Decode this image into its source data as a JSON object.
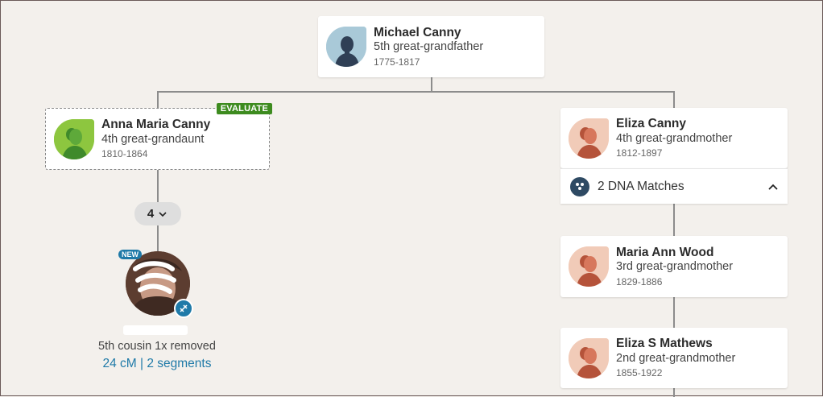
{
  "top": {
    "name": "Michael Canny",
    "relationship": "5th great-grandfather",
    "dates": "1775-1817"
  },
  "left": {
    "name": "Anna Maria Canny",
    "relationship": "4th great-grandaunt",
    "dates": "1810-1864",
    "badge": "EVALUATE",
    "count_label": "4"
  },
  "match": {
    "new_badge": "NEW",
    "relationship": "5th cousin 1x removed",
    "dna_link": "24 cM | 2 segments"
  },
  "right": {
    "name": "Eliza Canny",
    "relationship": "4th great-grandmother",
    "dates": "1812-1897",
    "dna_matches": "2 DNA Matches"
  },
  "descendants": [
    {
      "name": "Maria Ann Wood",
      "relationship": "3rd great-grandmother",
      "dates": "1829-1886"
    },
    {
      "name": "Eliza S Mathews",
      "relationship": "2nd great-grandmother",
      "dates": "1855-1922"
    }
  ],
  "colors": {
    "male_avatar_bg": "#a9c9d8",
    "female_avatar_bg": "#f1cbb8",
    "aunt_avatar_bg": "#8dc63f",
    "evaluate_green": "#3d8b1f",
    "link_blue": "#1f7aa8"
  }
}
